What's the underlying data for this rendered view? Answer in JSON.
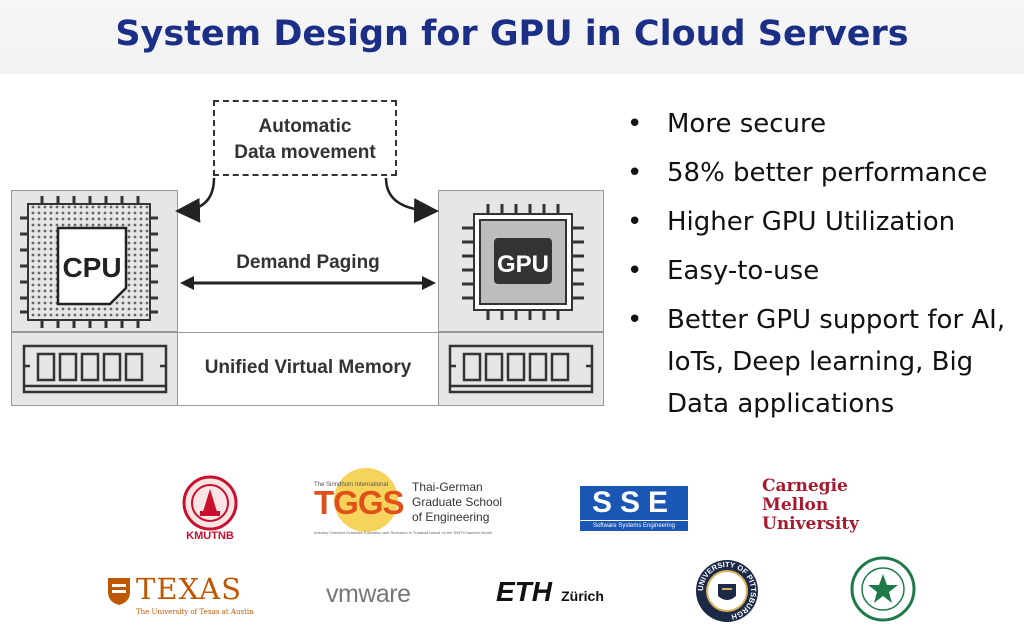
{
  "slide": {
    "title": "System Design for GPU in Cloud Servers"
  },
  "diagram": {
    "auto_line1": "Automatic",
    "auto_line2": "Data movement",
    "cpu_label": "CPU",
    "gpu_label": "GPU",
    "demand_paging": "Demand Paging",
    "unified_memory": "Unified Virtual Memory"
  },
  "bullets": [
    {
      "text": "More secure"
    },
    {
      "text": "58% better performance"
    },
    {
      "text": "Higher GPU Utilization"
    },
    {
      "text": "Easy-to-use"
    },
    {
      "text": "Better GPU support for AI, IoTs, Deep learning, Big Data applications"
    }
  ],
  "logos": {
    "kmutnb": "KMUTNB",
    "tggs_top": "The Sirindhorn International",
    "tggs": "TGGS",
    "tggs_name1": "Thai-German",
    "tggs_name2": "Graduate School",
    "tggs_name3": "of Engineering",
    "tggs_tagline": "Industry-Oriented Graduate Education and Research in Thailand based on the RWTH Aachen Model",
    "sse": "SSE",
    "sse_sub": "Software Systems Engineering",
    "cmu1": "Carnegie",
    "cmu2": "Mellon",
    "cmu3": "University",
    "texas": "TEXAS",
    "texas_sub": "The University of Texas at Austin",
    "vmware": "vmware",
    "eth": "ETH",
    "eth_sub": "Zürich",
    "pitt_ring": "UNIVERSITY OF PITTSBURGH"
  },
  "colors": {
    "title": "#1b2f87",
    "panel": "#e6e6e6",
    "sse_blue": "#1a56b4",
    "cmu_red": "#a6192e",
    "texas_orange": "#bf5700",
    "kmutnb_red": "#c8102e",
    "tggs_yellow": "#f6d35a",
    "tggs_orange": "#e0501b",
    "pitt_navy": "#1c2a48",
    "nudt_green": "#1f7a4a"
  }
}
